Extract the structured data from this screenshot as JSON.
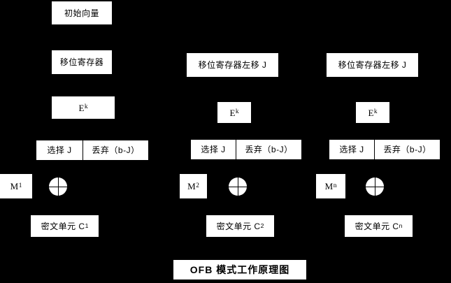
{
  "diagram": {
    "title": "OFB 模式工作原理图",
    "background_color": "#000000",
    "box_color": "#ffffff",
    "text_color": "#000000",
    "iv_label": "初始向量",
    "shift_register_label": "移位寄存器",
    "shift_register_left_label": "移位寄存器左移 J",
    "encrypt_label_base": "E",
    "encrypt_label_sub": "k",
    "select_label": "选择 J",
    "discard_label": "丢弃（b-J）",
    "xor_symbol": "circled-plus",
    "columns": [
      {
        "id": "col-1",
        "top_box": "移位寄存器",
        "encrypt_base": "E",
        "encrypt_sub": "k",
        "select": "选择 J",
        "discard": "丢弃（b-J）",
        "plaintext_base": "M",
        "plaintext_sub": "1",
        "ciphertext_base": "密文单元 C",
        "ciphertext_sub": "1"
      },
      {
        "id": "col-2",
        "top_box": "移位寄存器左移 J",
        "encrypt_base": "E",
        "encrypt_sub": "k",
        "select": "选择 J",
        "discard": "丢弃（b-J）",
        "plaintext_base": "M",
        "plaintext_sub": "2",
        "ciphertext_base": "密文单元 C",
        "ciphertext_sub": "2"
      },
      {
        "id": "col-n",
        "top_box": "移位寄存器左移 J",
        "encrypt_base": "E",
        "encrypt_sub": "k",
        "select": "选择 J",
        "discard": "丢弃（b-J）",
        "plaintext_base": "M",
        "plaintext_sub": "n",
        "ciphertext_base": "密文单元 C",
        "ciphertext_sub": "n"
      }
    ]
  }
}
